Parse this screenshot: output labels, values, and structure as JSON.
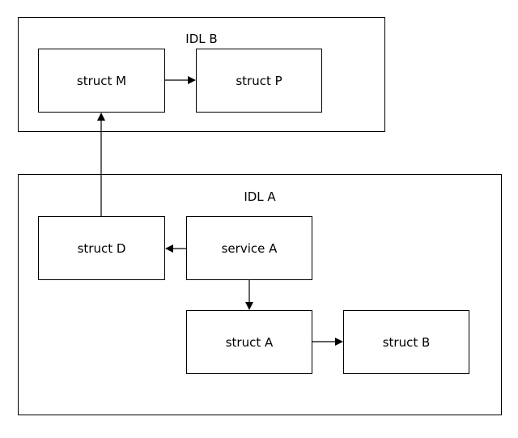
{
  "groups": {
    "idl_b": {
      "title": "IDL B"
    },
    "idl_a": {
      "title": "IDL A"
    }
  },
  "nodes": {
    "struct_m": "struct M",
    "struct_p": "struct P",
    "struct_d": "struct D",
    "service_a": "service A",
    "struct_a": "struct A",
    "struct_b": "struct B"
  },
  "edges": [
    {
      "from": "struct_m",
      "to": "struct_p"
    },
    {
      "from": "struct_d",
      "to": "struct_m"
    },
    {
      "from": "service_a",
      "to": "struct_d"
    },
    {
      "from": "service_a",
      "to": "struct_a"
    },
    {
      "from": "struct_a",
      "to": "struct_b"
    }
  ],
  "colors": {
    "stroke": "#000000",
    "fill": "#ffffff",
    "text": "#000000"
  }
}
